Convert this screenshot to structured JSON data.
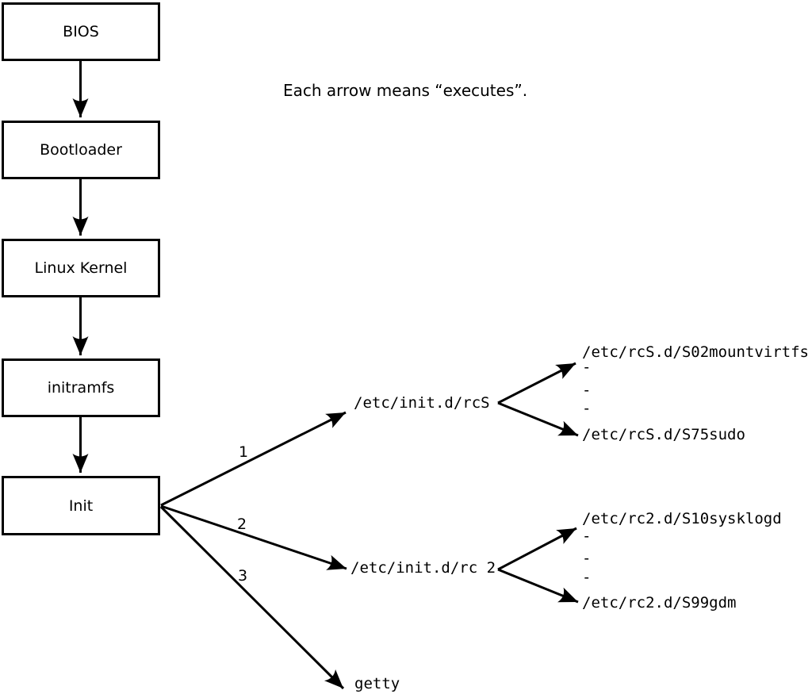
{
  "title": "Each arrow means “executes”.",
  "colors": {
    "line": "#000000",
    "background": "#ffffff"
  },
  "boot_chain": {
    "boxes": [
      {
        "label": "BIOS"
      },
      {
        "label": "Bootloader"
      },
      {
        "label": "Linux Kernel"
      },
      {
        "label": "initramfs"
      },
      {
        "label": "Init"
      }
    ]
  },
  "init_branches": [
    {
      "order": "1",
      "target": "/etc/init.d/rcS",
      "children": [
        "/etc/rcS.d/S02mountvirtfs",
        "-",
        "-",
        "-",
        "/etc/rcS.d/S75sudo"
      ]
    },
    {
      "order": "2",
      "target": "/etc/init.d/rc 2",
      "children": [
        "/etc/rc2.d/S10sysklogd",
        "-",
        "-",
        "-",
        "/etc/rc2.d/S99gdm"
      ]
    },
    {
      "order": "3",
      "target": "getty",
      "children": []
    }
  ]
}
